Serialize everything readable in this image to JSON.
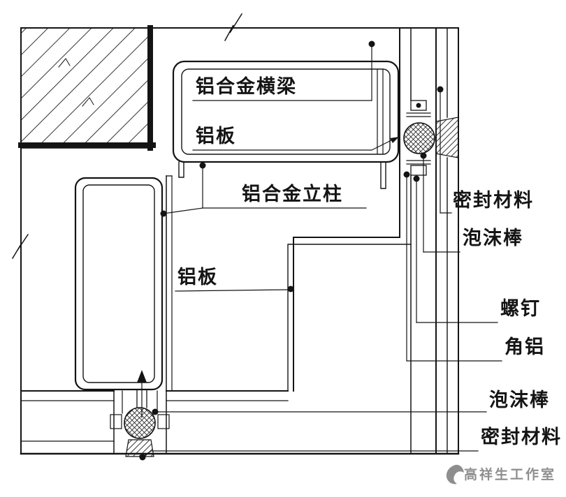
{
  "drawing_type": "aluminum-panel-curtain-wall-corner-detail",
  "colors": {
    "line": "#141414",
    "background": "#ffffff",
    "watermark": "#8e8e8e"
  },
  "labels": {
    "beam": "铝合金横梁",
    "plate_top": "铝板",
    "mullion": "铝合金立柱",
    "plate_left": "铝板",
    "seal_right": "密封材料",
    "foam_right": "泡沫棒",
    "screw": "螺钉",
    "angle": "角铝",
    "foam_bottom": "泡沫棒",
    "seal_bottom": "密封材料"
  },
  "watermark": {
    "text": "高祥生工作室"
  }
}
